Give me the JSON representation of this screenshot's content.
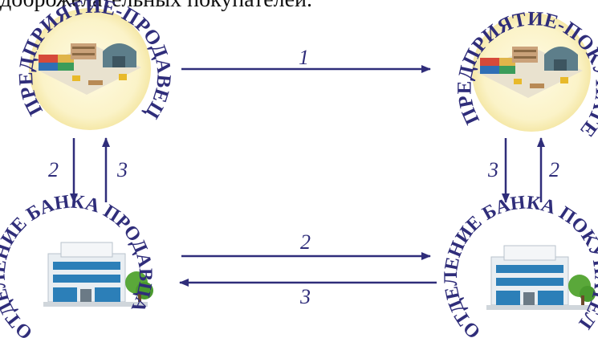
{
  "top_text": "доброжелательных покупателей.",
  "nodes": {
    "seller_enterprise": "ПРЕДПРИЯТИЕ-ПРОДАВЕЦ",
    "buyer_enterprise": "ПРЕДПРИЯТИЕ-ПОКУПАТЕЛЬ",
    "seller_bank": "ОТДЕЛЕНИЕ БАНКА ПРОДАВЦА",
    "buyer_bank": "ОТДЕЛЕНИЕ БАНКА ПОКУПАТЕЛЯ"
  },
  "arrows": {
    "enterprise_top": "1",
    "seller_down": "2",
    "seller_up": "3",
    "buyer_down": "3",
    "buyer_up": "2",
    "banks_right": "2",
    "banks_left": "3"
  },
  "colors": {
    "arrow": "#2f2d7a",
    "ring_text": "#2f2d7a",
    "enterprise_glow": "#fbf3c8"
  }
}
